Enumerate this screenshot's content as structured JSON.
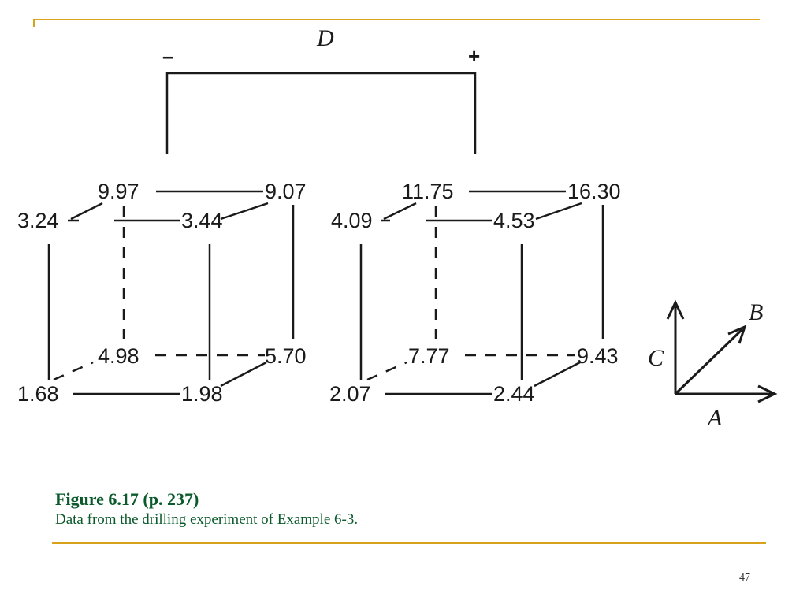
{
  "diagram": {
    "factor_d_label": "D",
    "d_minus_sign": "–",
    "d_plus_sign": "+",
    "cube_minus": {
      "back_top_left": "9.97",
      "back_top_right": "9.07",
      "front_top_left": "3.24",
      "front_top_right": "3.44",
      "back_bottom_left": "4.98",
      "back_bottom_right": "5.70",
      "front_bottom_left": "1.68",
      "front_bottom_right": "1.98"
    },
    "cube_plus": {
      "back_top_left": "11.75",
      "back_top_right": "16.30",
      "front_top_left": "4.09",
      "front_top_right": "4.53",
      "back_bottom_left": "7.77",
      "back_bottom_right": "9.43",
      "front_bottom_left": "2.07",
      "front_bottom_right": "2.44"
    },
    "axes": {
      "a": "A",
      "b": "B",
      "c": "C"
    }
  },
  "caption": {
    "title": "Figure 6.17  (p. 237)",
    "text": "Data from the drilling experiment of Example 6-3."
  },
  "page_number": "47",
  "colors": {
    "rule": "#d9a21b",
    "caption": "#0b5a2b",
    "ink": "#1a1a1a"
  }
}
